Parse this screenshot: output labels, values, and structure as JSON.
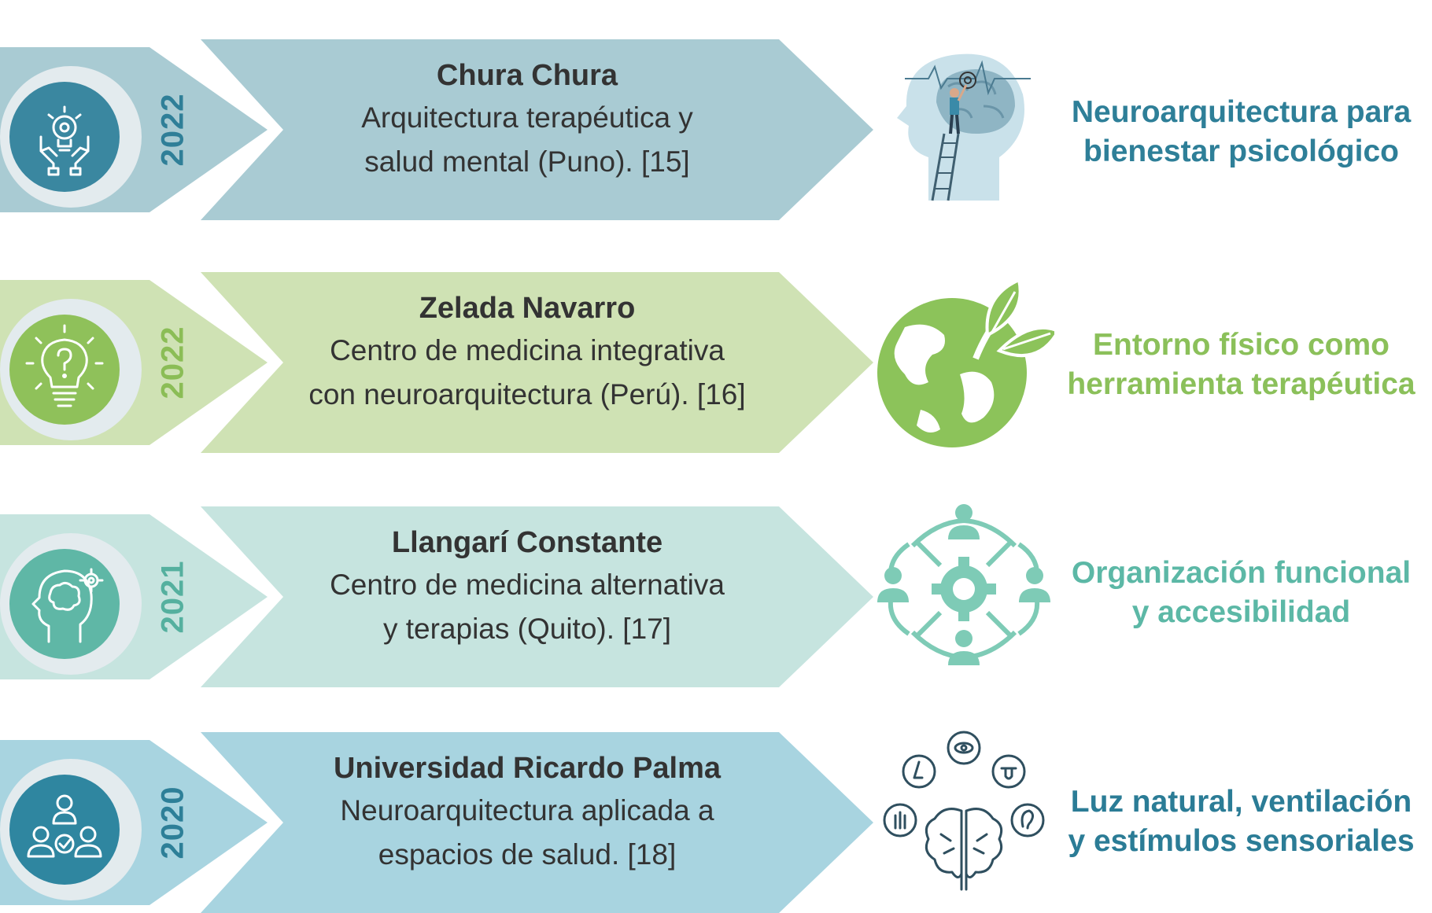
{
  "rows": [
    {
      "year": "2022",
      "name": "Chura Chura",
      "desc_line1": "Arquitectura terapéutica y",
      "desc_line2": "salud mental (Puno). [15]",
      "concept_line1": "Neuroarquitectura para",
      "concept_line2": "bienestar psicológico",
      "icon": "hands-gear-bulb-icon",
      "illustration": "head-brain-ladder-illustration",
      "colors": {
        "banner": "#a9cbd3",
        "circle": "#3a87a0",
        "year": "#2f7f98",
        "concept": "#2e7f98"
      }
    },
    {
      "year": "2022",
      "name": "Zelada Navarro",
      "desc_line1": "Centro de medicina integrativa",
      "desc_line2": "con neuroarquitectura (Perú). [16]",
      "concept_line1": "Entorno físico como",
      "concept_line2": "herramienta terapéutica",
      "icon": "lightbulb-question-icon",
      "illustration": "earth-leaves-illustration",
      "colors": {
        "banner": "#cfe2b4",
        "circle": "#8fc15a",
        "year": "#8bbd56",
        "concept": "#8bc05a"
      }
    },
    {
      "year": "2021",
      "name": "Llangarí Constante",
      "desc_line1": "Centro de medicina alternativa",
      "desc_line2": "y terapias (Quito). [17]",
      "concept_line1": "Organización funcional",
      "concept_line2": "y accesibilidad",
      "icon": "head-gear-icon",
      "illustration": "gear-people-network-illustration",
      "colors": {
        "banner": "#c6e4df",
        "circle": "#5fb7a6",
        "year": "#55b09f",
        "concept": "#5cb8a6"
      }
    },
    {
      "year": "2020",
      "name": "Universidad Ricardo Palma",
      "desc_line1": "Neuroarquitectura aplicada a",
      "desc_line2": "espacios de salud. [18]",
      "concept_line1": "Luz natural, ventilación",
      "concept_line2": "y estímulos sensoriales",
      "icon": "team-check-icon",
      "illustration": "brain-senses-illustration",
      "colors": {
        "banner": "#a8d4e0",
        "circle": "#2f86a0",
        "year": "#2d7f98",
        "concept": "#2b7c96"
      }
    }
  ]
}
